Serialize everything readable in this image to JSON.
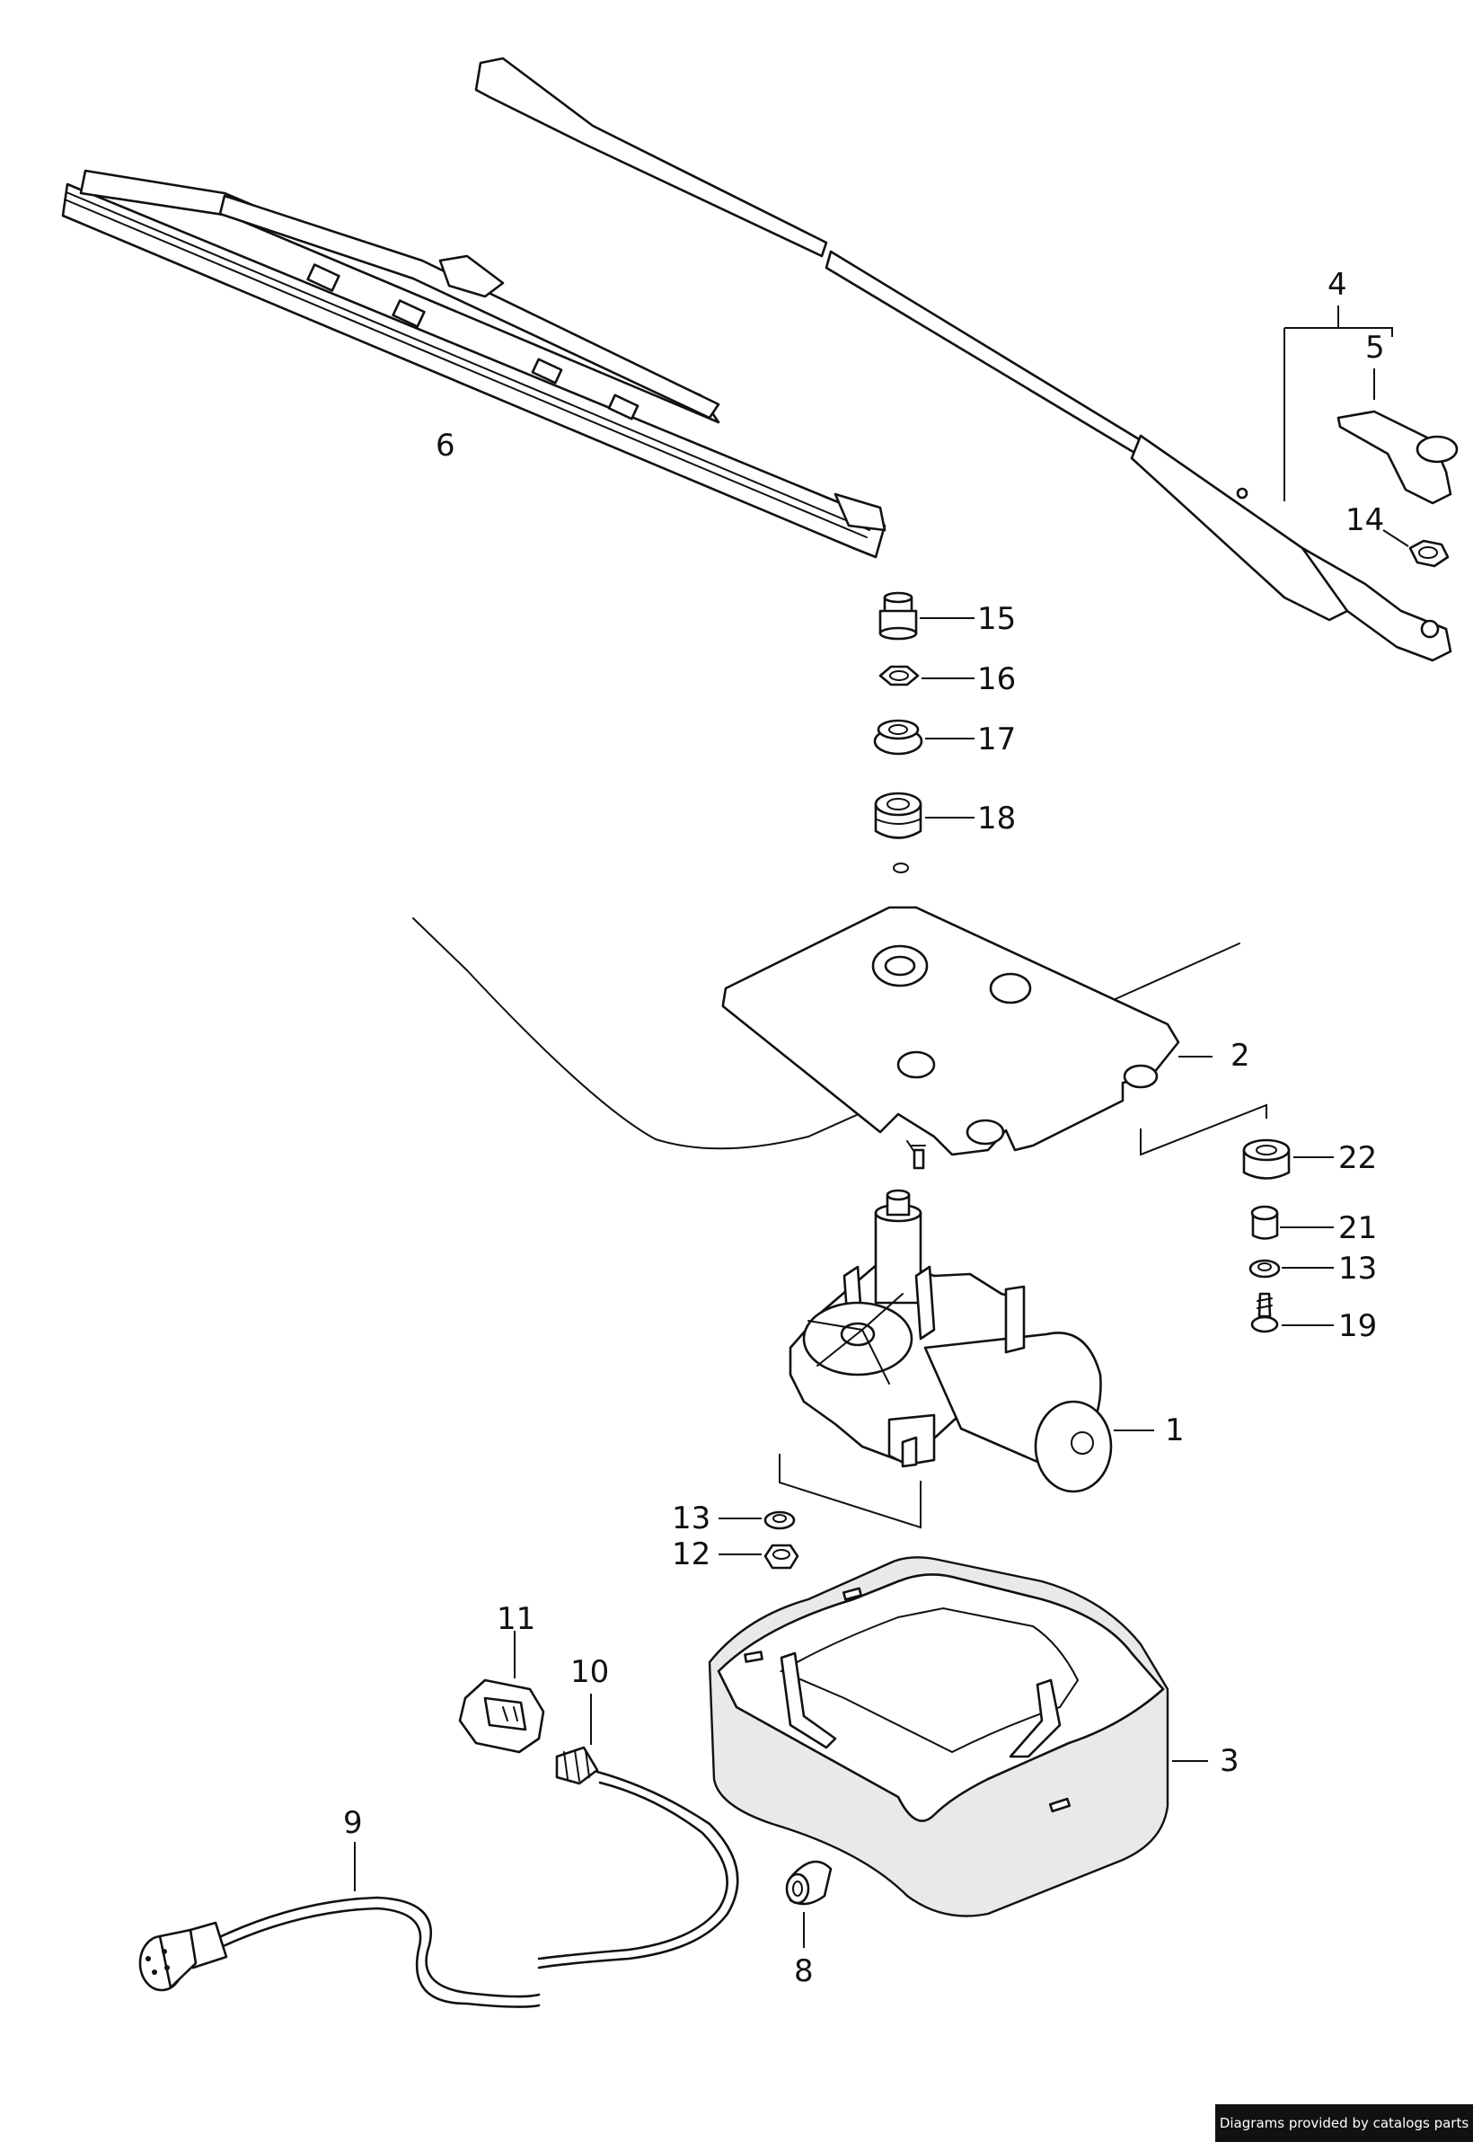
{
  "callouts": [
    {
      "id": "c1",
      "label": "1"
    },
    {
      "id": "c2",
      "label": "2"
    },
    {
      "id": "c3",
      "label": "3"
    },
    {
      "id": "c4",
      "label": "4"
    },
    {
      "id": "c5",
      "label": "5"
    },
    {
      "id": "c6",
      "label": "6"
    },
    {
      "id": "c8",
      "label": "8"
    },
    {
      "id": "c9",
      "label": "9"
    },
    {
      "id": "c10",
      "label": "10"
    },
    {
      "id": "c11",
      "label": "11"
    },
    {
      "id": "c12",
      "label": "12"
    },
    {
      "id": "c13a",
      "label": "13"
    },
    {
      "id": "c13b",
      "label": "13"
    },
    {
      "id": "c14",
      "label": "14"
    },
    {
      "id": "c15",
      "label": "15"
    },
    {
      "id": "c16",
      "label": "16"
    },
    {
      "id": "c17",
      "label": "17"
    },
    {
      "id": "c18",
      "label": "18"
    },
    {
      "id": "c19",
      "label": "19"
    },
    {
      "id": "c21",
      "label": "21"
    },
    {
      "id": "c22",
      "label": "22"
    }
  ],
  "credit": "Diagrams provided by catalogs parts"
}
